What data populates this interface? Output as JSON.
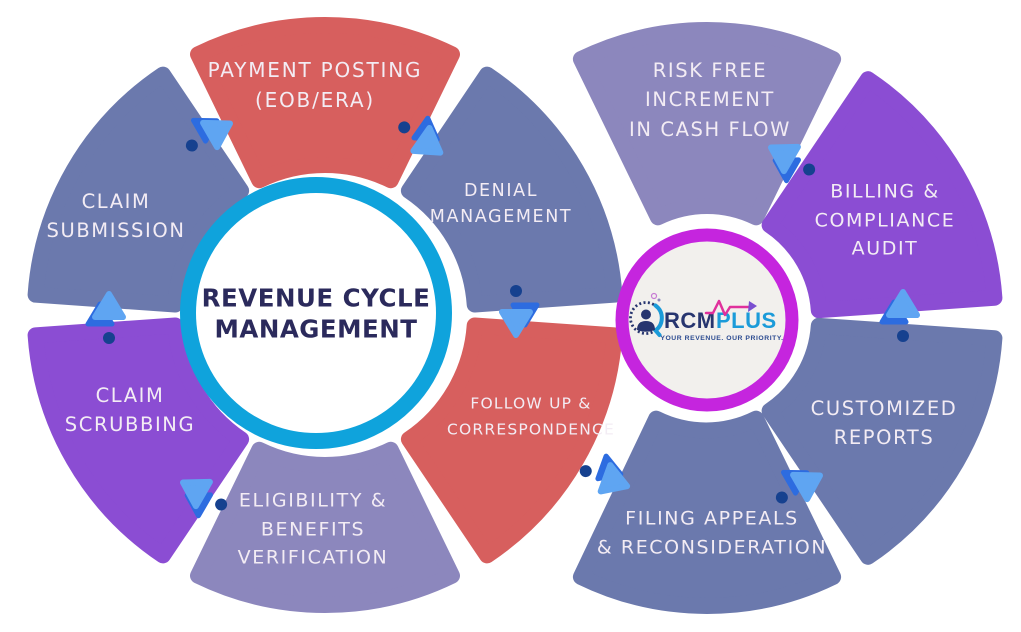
{
  "colors": {
    "background": "#FFFFFF",
    "red": "#D75F5E",
    "slate_blue": "#6B79AD",
    "purple": "#8B4DD3",
    "lavender": "#8C87BD",
    "cyan_ring": "#0FA3DC",
    "left_hub_fill": "#FFFFFF",
    "magenta_ring": "#C525DE",
    "right_hub_fill": "#F2F0ED",
    "label_text": "#F3ECF4",
    "title_text": "#2B2A5C",
    "arrow_light": "#5FA5F2",
    "arrow_dark": "#2D6CE0",
    "arrow_dot": "#16418F",
    "logo_navy": "#27356F",
    "logo_blue": "#1B9BD9",
    "logo_pulse": "#E0309C",
    "logo_pulse_tip": "#7A4FD0",
    "logo_tagline_blue": "#2B4A90",
    "logo_sparkle": "#C77BD4"
  },
  "icons": {
    "flow_arrow": "double-triangle-chevron-with-dot",
    "logo_icon": "gauge-with-person"
  },
  "left_wheel": {
    "center_title": "REVENUE CYCLE\nMANAGEMENT",
    "segments": [
      {
        "id": "payment-posting",
        "label": "PAYMENT POSTING\n(EOB/ERA)"
      },
      {
        "id": "denial-management",
        "label": "DENIAL\nMANAGEMENT"
      },
      {
        "id": "follow-up",
        "label": "FOLLOW UP &\nCORRESPONDENCE"
      },
      {
        "id": "eligibility",
        "label": "ELIGIBILITY &\nBENEFITS\nVERIFICATION"
      },
      {
        "id": "claim-scrubbing",
        "label": "CLAIM\nSCRUBBING"
      },
      {
        "id": "claim-submission",
        "label": "CLAIM\nSUBMISSION"
      }
    ]
  },
  "right_wheel": {
    "segments": [
      {
        "id": "risk-free-increment",
        "label": "RISK FREE\nINCREMENT\nIN CASH FLOW"
      },
      {
        "id": "billing-audit",
        "label": "BILLING &\nCOMPLIANCE\nAUDIT"
      },
      {
        "id": "customized-reports",
        "label": "CUSTOMIZED\nREPORTS"
      },
      {
        "id": "filing-appeals",
        "label": "FILING APPEALS\n& RECONSIDERATION"
      }
    ],
    "logo": {
      "brand_primary": "RCM",
      "brand_secondary": "PLUS",
      "tagline": "YOUR REVENUE. OUR PRIORITY."
    }
  }
}
